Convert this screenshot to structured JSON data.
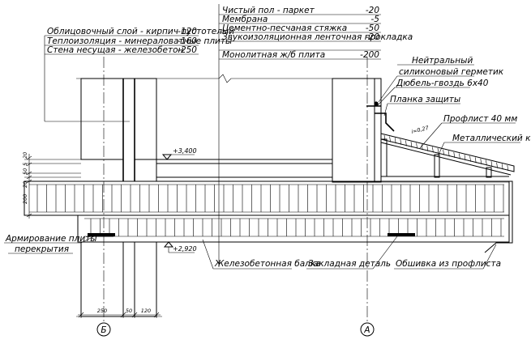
{
  "layers_wall": [
    {
      "label": "Облицовочный слой - кирпич пустотелый",
      "value": "-120"
    },
    {
      "label": "Теплоизоляция - минераловатные плиты",
      "value": "-160"
    },
    {
      "label": "Стена несущая - железобетон",
      "value": "-250"
    }
  ],
  "layers_floor": [
    {
      "label": "Чистый пол - паркет",
      "value": "-20"
    },
    {
      "label": "Мембрана",
      "value": "-5"
    },
    {
      "label": "Цементно-песчаная стяжка",
      "value": "-50"
    },
    {
      "label": "Звукоизоляционная ленточная прокладка",
      "value": "-20"
    },
    {
      "label": "Монолитная ж/б плита",
      "value": "-200"
    }
  ],
  "callouts": {
    "neutral_sealant_1": "Нейтральный",
    "neutral_sealant_2": "силиконовый герметик",
    "dowel": "Дюбель-гвоздь 6х40",
    "plank": "Планка защиты",
    "profile": "Профлист 40 мм",
    "frame": "Металлический каркас",
    "slope": "i=0,27",
    "rebar_1": "Армирование плиты",
    "rebar_2": "перекрытия",
    "beam": "Железобетонная балка",
    "embed": "Закладная деталь",
    "cladding": "Обшивка из профлиста"
  },
  "levels": {
    "upper": "+3,400",
    "lower": "+2,920"
  },
  "dims_left": {
    "d20": "20",
    "d5": "5",
    "d50": "50",
    "d20b": "20",
    "d200": "200"
  },
  "dims_bottom": {
    "d250": "250",
    "d50": "50",
    "d120": "120"
  },
  "axes": {
    "b": "Б",
    "a": "А"
  }
}
